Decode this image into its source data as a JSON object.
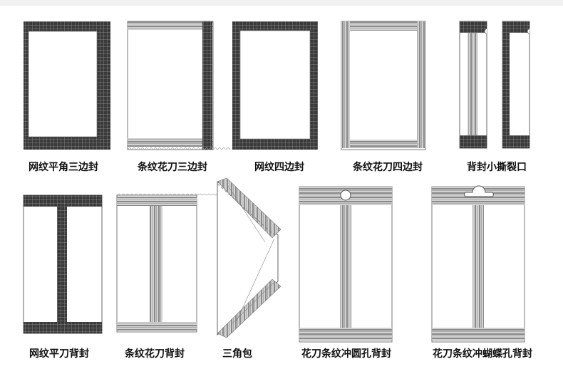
{
  "labels": {
    "mesh_flat_three_side": "网纹平角三边封",
    "stripe_serrated_three_side": "条纹花刀三边封",
    "mesh_four_side": "网纹四边封",
    "stripe_serrated_four_side": "条纹花刀四边封",
    "back_seal_small_tear": "背封小撕裂口",
    "mesh_flat_back_seal": "网纹平刀背封",
    "stripe_serrated_back_seal": "条纹花刀背封",
    "triangle_pack": "三角包",
    "serrated_stripe_round_hole": "花刀条纹冲圆孔背封",
    "serrated_stripe_butterfly_hole": "花刀条纹冲蝴蝶孔背封"
  },
  "colors": {
    "seal_dark": "#3d3d3d",
    "grid_line": "#9a9a9a",
    "stripe_light": "#bdbdbd",
    "bag_fill": "#ffffff",
    "outline": "#555555",
    "text": "#111111"
  }
}
